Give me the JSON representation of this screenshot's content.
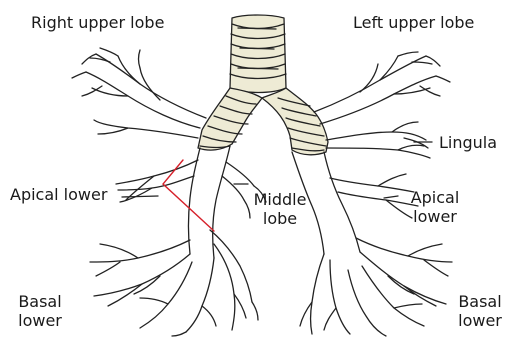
{
  "labels": {
    "right_upper": "Right upper lobe",
    "left_upper": "Left upper lobe",
    "lingula": "Lingula",
    "apical_lower_right": "Apical lower",
    "middle_lobe_line1": "Middle",
    "middle_lobe_line2": "lobe",
    "apical_lower_left_line1": "Apical",
    "apical_lower_left_line2": "lower",
    "basal_lower_right_line1": "Basal",
    "basal_lower_right_line2": "lower",
    "basal_lower_left_line1": "Basal",
    "basal_lower_left_line2": "lower"
  },
  "colors": {
    "cartilage": "#eeebd5",
    "outline": "#222222",
    "marker": "#d6202a"
  }
}
